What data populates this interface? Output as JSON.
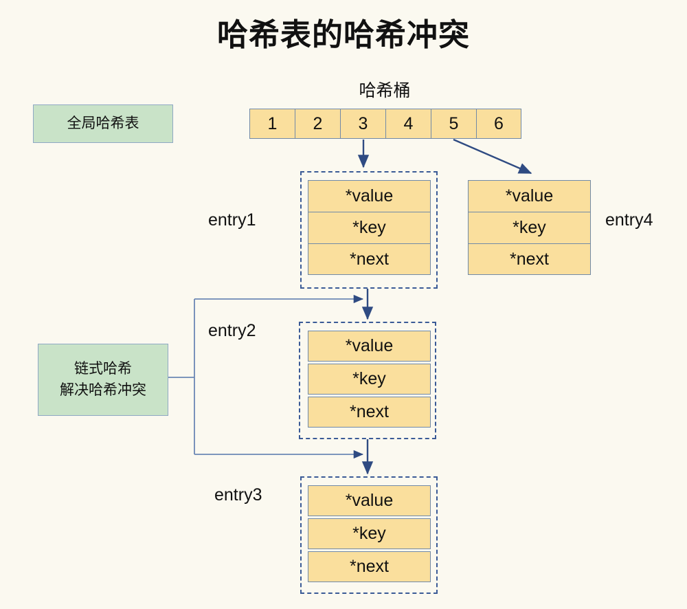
{
  "title": "哈希表的哈希冲突",
  "colors": {
    "background": "#FBF9F0",
    "entry_fill": "#FADF9D",
    "entry_border": "#7089A8",
    "note_fill": "#C9E3C8",
    "note_border": "#8FA8C4",
    "dashed_border": "#3A5A96",
    "arrow": "#2F4B82",
    "connector": "#6B87B5"
  },
  "notes": {
    "global_table": "全局哈希表",
    "chain_line1": "链式哈希",
    "chain_line2": "解决哈希冲突"
  },
  "bucket": {
    "label": "哈希桶",
    "cells": [
      "1",
      "2",
      "3",
      "4",
      "5",
      "6"
    ]
  },
  "entries": [
    {
      "id": "entry1",
      "label": "entry1",
      "dashed": true,
      "rows": [
        "*value",
        "*key",
        "*next"
      ]
    },
    {
      "id": "entry2",
      "label": "entry2",
      "dashed": true,
      "rows": [
        "*value",
        "*key",
        "*next"
      ]
    },
    {
      "id": "entry3",
      "label": "entry3",
      "dashed": true,
      "rows": [
        "*value",
        "*key",
        "*next"
      ]
    },
    {
      "id": "entry4",
      "label": "entry4",
      "dashed": false,
      "rows": [
        "*value",
        "*key",
        "*next"
      ]
    }
  ]
}
